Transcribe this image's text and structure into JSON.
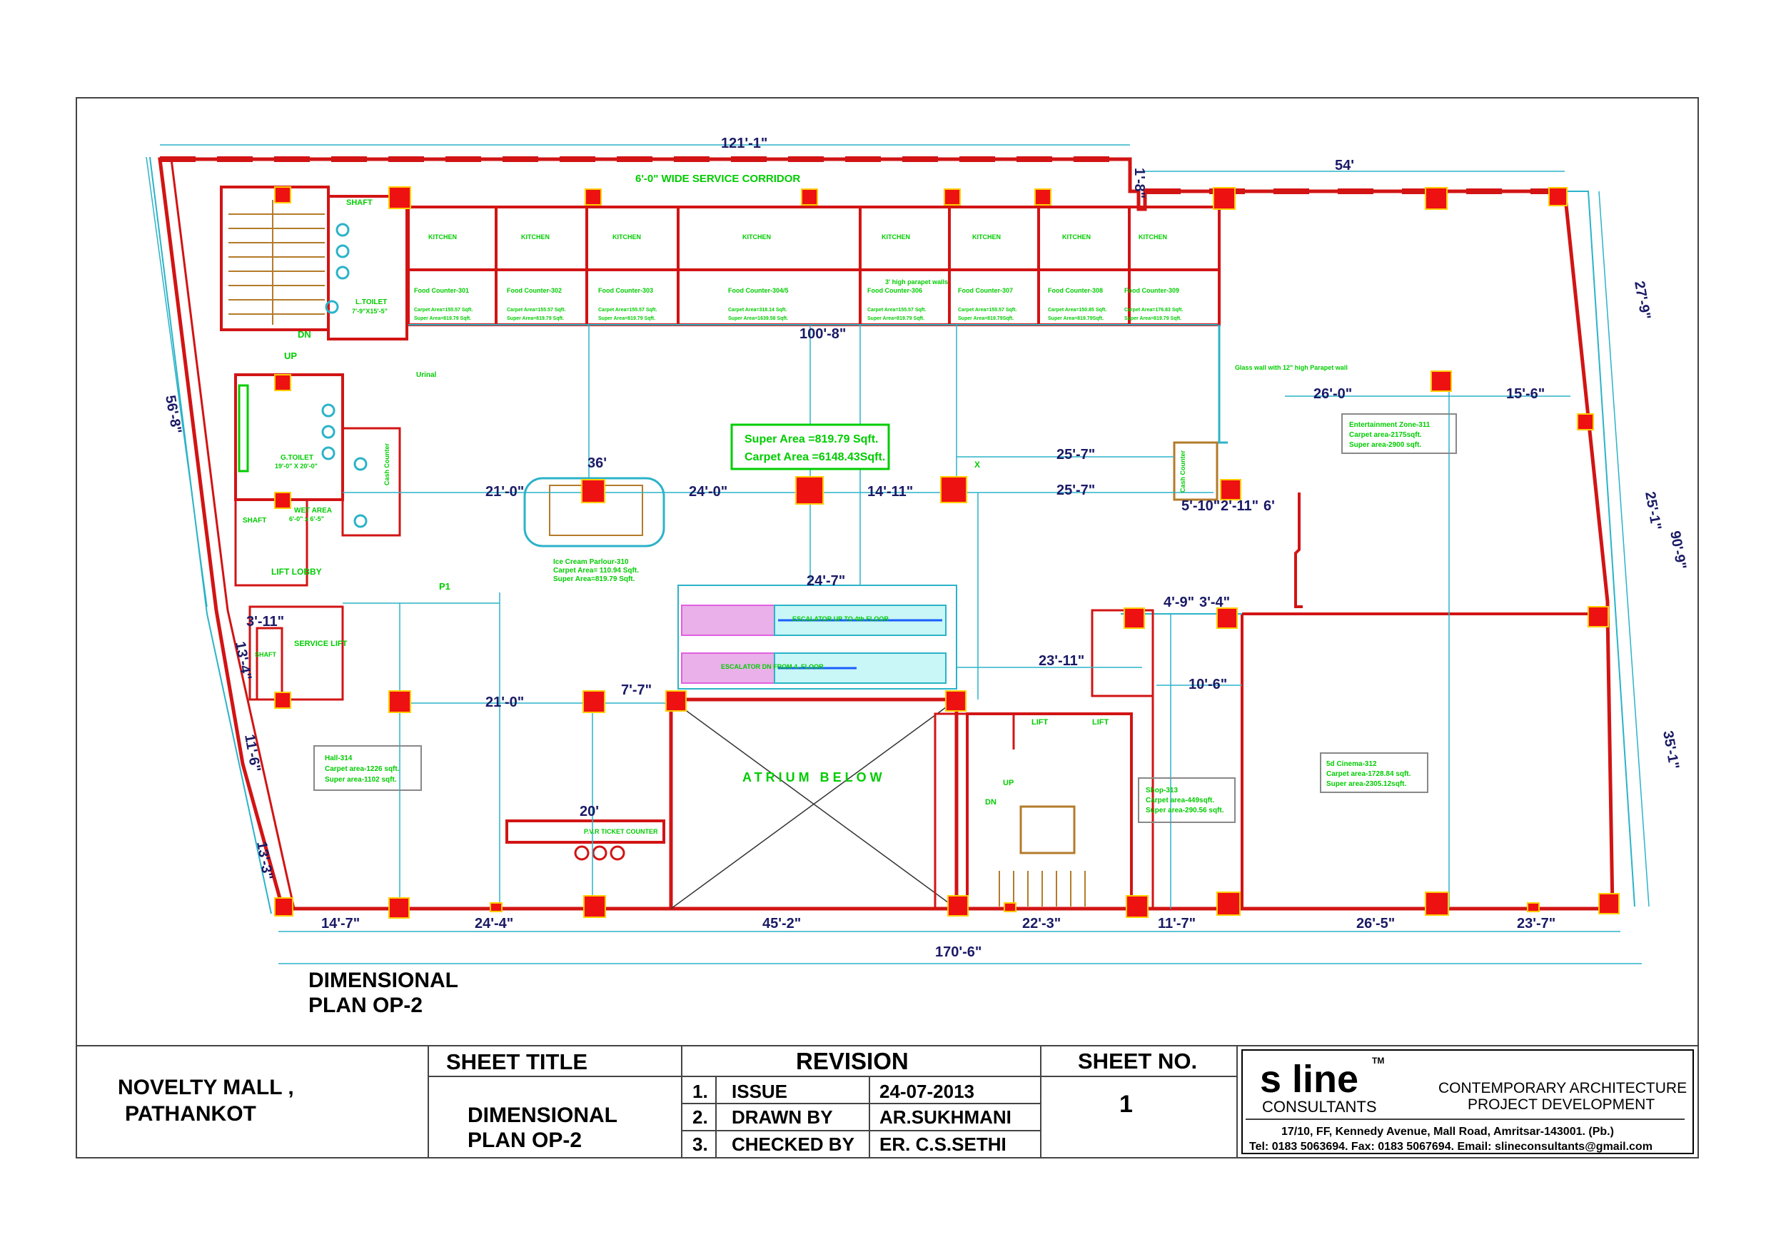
{
  "colors": {
    "wall": "#d21414",
    "column": "#ee1111",
    "column_outline": "#ffcc00",
    "dimension": "#1a1a66",
    "cyan_line": "#2bb3c8",
    "label": "#00cc00",
    "escalator_pink": "#e060e0",
    "escalator_cyan": "#a0f0f0",
    "stair": "#b37b2a"
  },
  "drawing": {
    "title_line1": "DIMENSIONAL",
    "title_line2": "PLAN OP-2",
    "overall_dims": {
      "top": "121'-1\"",
      "top_right": "54'",
      "left": "56'-8\"",
      "bottom": "170'-6\"",
      "right": "90'-9\"",
      "right_upper": "27'-9\"",
      "right_mid": "25'-1\"",
      "right_lower": "35'-1\"",
      "corner_right_top": "1'-8\"",
      "left_a": "13'-4\"",
      "left_b": "11'-6\"",
      "left_c": "13'-3\"",
      "left_d": "3'-11\""
    },
    "bottom_dims": [
      "14'-7\"",
      "24'-4\"",
      "45'-2\"",
      "22'-3\"",
      "11'-7\"",
      "26'-5\"",
      "23'-7\""
    ],
    "inner_dims": {
      "corridor_len": "100'-8\"",
      "d_21": "21'-0\"",
      "d_24": "24'-0\"",
      "d_1411": "14'-11\"",
      "d_2572a": "25'-7\"",
      "d_2572b": "25'-7\"",
      "d_260": "26'-0\"",
      "d_156": "15'-6\"",
      "d_247": "24'-7\"",
      "d_2311": "23'-11\"",
      "d_21b": "21'-0\"",
      "d_72": "7'-7\"",
      "d_106": "10'-6\"",
      "d_20": "20'",
      "d_36": "36'",
      "d_510": "5'-10\"",
      "d_211": "2'-11\"",
      "d_6": "6'",
      "d_49": "4'-9\"",
      "d_34": "3'-4\""
    },
    "corridor_label": "6'-0\" WIDE  SERVICE CORRIDOR",
    "kitchen_label": "KITCHEN",
    "food_counters": [
      {
        "name": "Food Counter-301",
        "carpet": "Carpet Area=155.57 Sqft.",
        "super": "Super Area=819.79 Sqft."
      },
      {
        "name": "Food Counter-302",
        "carpet": "Carpet Area=155.57 Sqft.",
        "super": "Super Area=819.79 Sqft."
      },
      {
        "name": "Food Counter-303",
        "carpet": "Carpet Area=155.57 Sqft.",
        "super": "Super Area=819.79 Sqft."
      },
      {
        "name": "Food Counter-304/5",
        "carpet": "Carpet Area=318.14 Sqft.",
        "super": "Super Area=1639.58 Sqft."
      },
      {
        "name": "Food Counter-306",
        "carpet": "Carpet Area=155.57 Sqft.",
        "super": "Super Area=819.79 Sqft."
      },
      {
        "name": "Food Counter-307",
        "carpet": "Carpet Area=155.57 Sqft.",
        "super": "Super Area=819.79Sqft."
      },
      {
        "name": "Food Counter-308",
        "carpet": "Carpet Area=150.85 Sqft.",
        "super": "Super Area=819.79Sqft."
      },
      {
        "name": "Food Counter-309",
        "carpet": "Carpet Area=176.83 Sqft.",
        "super": "Super Area=819.79 Sqft."
      }
    ],
    "parapet_note": "3' high parapet walls",
    "summary_super": "Super Area =819.79 Sqft.",
    "summary_carpet": "Carpet Area =6148.43Sqft.",
    "shaft": "SHAFT",
    "ltoilet": "L.TOILET",
    "ltoilet_size": "7'-9\"X15'-5\"",
    "gtoilet": "G.TOILET",
    "gtoilet_size": "19'-0\" X 20'-0\"",
    "wet_area": "WET AREA",
    "wet_area_size": "6'-0\" x 6'-5\"",
    "lift_lobby": "LIFT LOBBY",
    "service_lift": "SERVICE LIFT",
    "dn": "DN",
    "up": "UP",
    "urinal": "Urinal",
    "cash_counter": "Cash Counter",
    "p1": "P1",
    "ice_cream": {
      "name": "Ice Cream Parlour-310",
      "carpet": "Carpet Area= 110.94 Sqft.",
      "super": "Super Area=819.79 Sqft."
    },
    "escalator_up": "ESCALATOR UP TO 4th FLOOR",
    "escalator_down": "ESCALATOR DN FROM 4. FLOOR",
    "atrium": "ATRIUM  BELOW",
    "hall": {
      "name": "Hall-314",
      "carpet": "Carpet area-1226 sqft.",
      "super": "Super area-1102 sqft."
    },
    "pvr": "P.V.R  TICKET  COUNTER",
    "lift": "LIFT",
    "shop": {
      "name": "Shop-313",
      "carpet": "Carpet area-449sqft.",
      "super": "Super area-290.56 sqft."
    },
    "cinema": {
      "name": "5d Cinema-312",
      "carpet": "Carpet area-1728.84 sqft.",
      "super": "Super area-2305.12sqft."
    },
    "entertainment": {
      "name": "Entertainment Zone-311",
      "carpet": "Carpet area-2175sqft.",
      "super": "Super area-2900 sqft."
    },
    "glass_wall": "Glass wall with 12\" high Parapet wall",
    "x_mark": "X"
  },
  "title_block": {
    "project_line1": "NOVELTY MALL ,",
    "project_line2": "PATHANKOT",
    "sheet_title_header": "SHEET TITLE",
    "sheet_title_line1": "DIMENSIONAL",
    "sheet_title_line2": "PLAN OP-2",
    "revision_header": "REVISION",
    "rows": [
      {
        "no": "1.",
        "label": "ISSUE",
        "value": "24-07-2013"
      },
      {
        "no": "2.",
        "label": "DRAWN BY",
        "value": "AR.SUKHMANI"
      },
      {
        "no": "3.",
        "label": "CHECKED BY",
        "value": "ER. C.S.SETHI"
      }
    ],
    "sheet_no_header": "SHEET NO.",
    "sheet_no": "1",
    "logo_text": "s line",
    "logo_tm": "TM",
    "logo_sub": "CONSULTANTS",
    "tagline1": "CONTEMPORARY ARCHITECTURE",
    "tagline2": "PROJECT DEVELOPMENT",
    "address": "17/10, FF, Kennedy Avenue, Mall Road, Amritsar-143001. (Pb.)",
    "contact": "Tel: 0183 5063694. Fax: 0183 5067694. Email: slineconsultants@gmail.com"
  }
}
